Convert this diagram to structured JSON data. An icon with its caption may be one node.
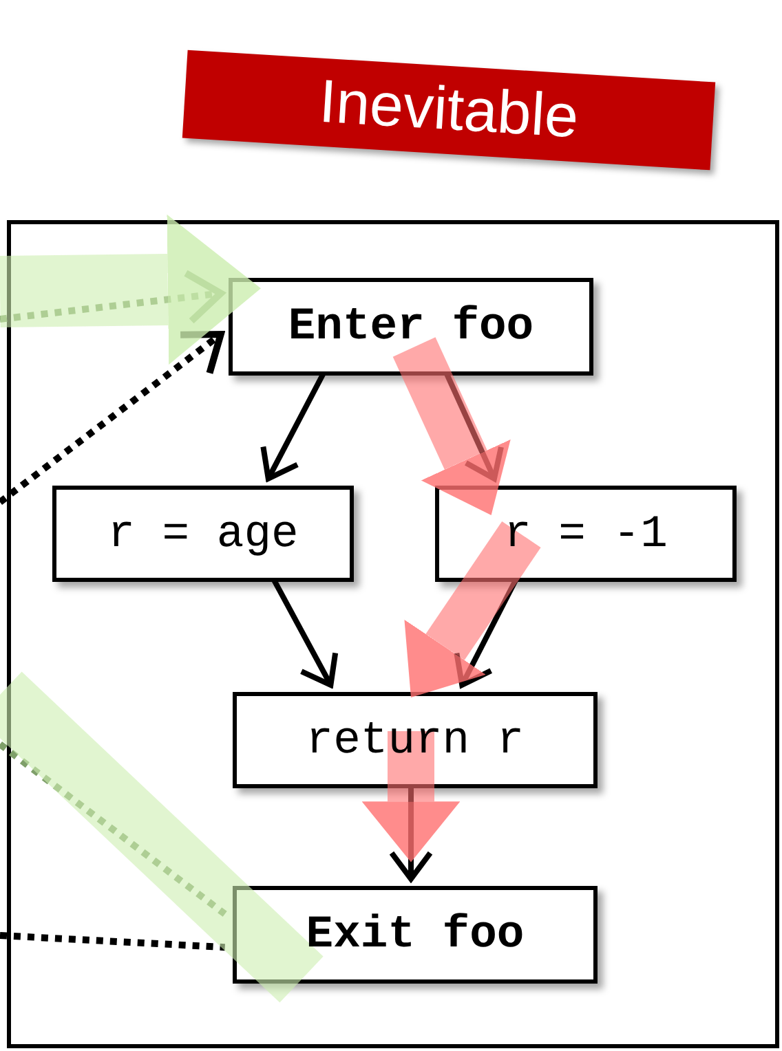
{
  "diagram": {
    "nodes": [
      {
        "text": [
          "Inevitable"
        ]
      },
      {
        "text": [],
        "shape": "box"
      },
      {
        "text": [
          "Enter foo"
        ],
        "in": 1
      },
      {
        "text": [
          "r = age"
        ],
        "in": 1
      },
      {
        "text": [
          "r = -1"
        ],
        "in": 1
      },
      {
        "text": [
          "return r"
        ],
        "in": 1
      },
      {
        "text": [
          "Exit foo"
        ],
        "in": 1
      }
    ],
    "edges": [
      {
        "from": 2,
        "to": 3,
        "arrow": "to"
      },
      {
        "from": 2,
        "to": 4,
        "arrow": "to"
      },
      {
        "from": 3,
        "to": 5,
        "arrow": "to"
      },
      {
        "from": 4,
        "to": 5,
        "arrow": "to"
      },
      {
        "from": 5,
        "to": 6,
        "arrow": "to"
      },
      {
        "from": null,
        "to": 2,
        "arrow": "to",
        "style": "dashed",
        "color": "#7f9f6a"
      },
      {
        "from": null,
        "to": 2,
        "arrow": "to",
        "style": "dashed"
      },
      {
        "from": null,
        "to": 6,
        "arrow": "none",
        "style": "dashed",
        "color": "#7f9f6a"
      },
      {
        "from": null,
        "to": 6,
        "arrow": "none",
        "style": "dashed"
      },
      {
        "from": null,
        "to": 2,
        "arrow": "to",
        "style": "thick",
        "color": "#cdeeb0"
      },
      {
        "from": null,
        "to": 6,
        "arrow": "none",
        "style": "thick",
        "color": "#cdeeb0"
      },
      {
        "from": 2,
        "to": 4,
        "arrow": "to",
        "style": "thick",
        "color": "#ff7070"
      },
      {
        "from": 4,
        "to": 5,
        "arrow": "to",
        "style": "thick",
        "color": "#ff7070"
      },
      {
        "from": 5,
        "to": 6,
        "arrow": "to",
        "style": "thick",
        "color": "#ff7070"
      }
    ]
  }
}
